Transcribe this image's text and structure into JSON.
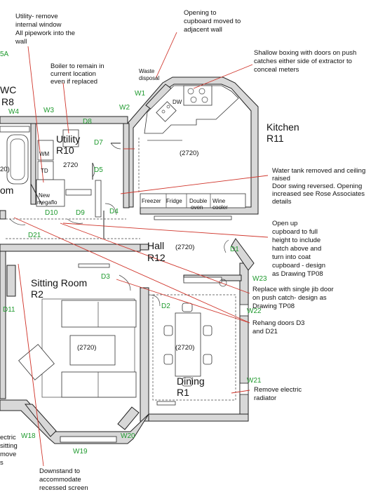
{
  "rooms": {
    "wc": {
      "name": "WC",
      "code": "R8"
    },
    "utility": {
      "name": "Utility",
      "code": "R10"
    },
    "kitchen": {
      "name": "Kitchen",
      "code": "R11"
    },
    "hall": {
      "name": "Hall",
      "code": "R12"
    },
    "sitting": {
      "name": "Sitting Room",
      "code": "R2"
    },
    "dining": {
      "name": "Dining",
      "code": "R1"
    },
    "partial_room": "om"
  },
  "heights": {
    "utility": "2720",
    "kitchen": "(2720)",
    "hall": "(2720)",
    "sitting": "(2720)",
    "dining": "(2720)",
    "wc_partial": "20)"
  },
  "labels": {
    "w1": "W1",
    "w2": "W2",
    "w3": "W3",
    "w4": "W4",
    "w18": "W18",
    "w19": "W19",
    "w20": "W20",
    "w21": "W21",
    "w22": "W22",
    "w23": "W23",
    "d1": "D1",
    "d2": "D2",
    "d3": "D3",
    "d4": "D4",
    "d5": "D5",
    "d7": "D7",
    "d8": "D8",
    "d9": "D9",
    "d10": "D10",
    "d11": "D11",
    "d21": "D21",
    "a5": "5A"
  },
  "appliances": {
    "wm": "WM",
    "td": "TD",
    "dw": "DW",
    "waste1": "Waste",
    "waste2": "disposal",
    "freezer": "Freezer",
    "fridge": "Fridge",
    "double1": "Double",
    "double2": "oven",
    "wine1": "Wine",
    "wine2": "cooler",
    "megaflo1": "New",
    "megaflo2": "megaflo"
  },
  "notes": {
    "utility_window": [
      "Utility- remove",
      "internal window",
      "All pipework into the",
      "wall"
    ],
    "boiler": [
      "Boiler to remain in",
      "current location",
      "even if replaced"
    ],
    "cupboard": [
      "Opening to",
      "cupboard moved to",
      "adjacent wall"
    ],
    "boxing": [
      "Shallow boxing with doors on push",
      "catches either side of extractor to",
      "conceal meters"
    ],
    "water_tank": [
      "Water tank removed and ceiling",
      "raised",
      "Door swing reversed. Opening",
      "increased see Rose Associates",
      "details"
    ],
    "open_up": [
      "Open up",
      "cupboard to full",
      "height to include",
      "hatch above and",
      "turn into coat",
      "cupboard - design",
      "as Drawing TP08"
    ],
    "jib_door": [
      "Replace with single jib door",
      "on push catch- design as",
      "Drawing TP08"
    ],
    "rehang": [
      "Rehang doors D3",
      "and D21"
    ],
    "radiator": [
      "Remove electric",
      "radiator"
    ],
    "downstand": [
      "Downstand to",
      "accommodate",
      "recessed screen"
    ],
    "left_partial": [
      "ectric",
      "sitting",
      "move",
      "s"
    ]
  },
  "colors": {
    "label_green": "#1f9a2e",
    "annotation_red": "#d0352b",
    "wall_fill": "#d8d8d8",
    "line": "#222222"
  }
}
